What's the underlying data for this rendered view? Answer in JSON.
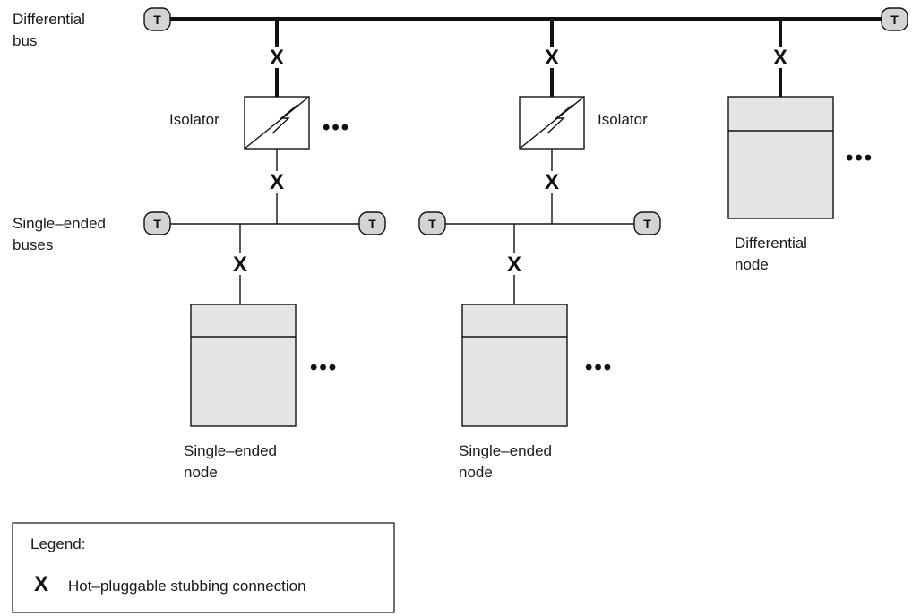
{
  "labels": {
    "differential_bus_line1": "Differential",
    "differential_bus_line2": "bus",
    "single_ended_buses_line1": "Single–ended",
    "single_ended_buses_line2": "buses",
    "isolator_left": "Isolator",
    "isolator_right": "Isolator",
    "single_ended_node_left_line1": "Single–ended",
    "single_ended_node_left_line2": "node",
    "single_ended_node_right_line1": "Single–ended",
    "single_ended_node_right_line2": "node",
    "differential_node_line1": "Differential",
    "differential_node_line2": "node"
  },
  "terminator_letter": "T",
  "stub_mark": "X",
  "ellipsis": "•••",
  "legend": {
    "title": "Legend:",
    "symbol": "X",
    "text": "Hot–pluggable stubbing connection"
  },
  "colors": {
    "node_fill": "#e4e4e4",
    "terminator_fill": "#d4d4d4",
    "line": "#111111"
  }
}
